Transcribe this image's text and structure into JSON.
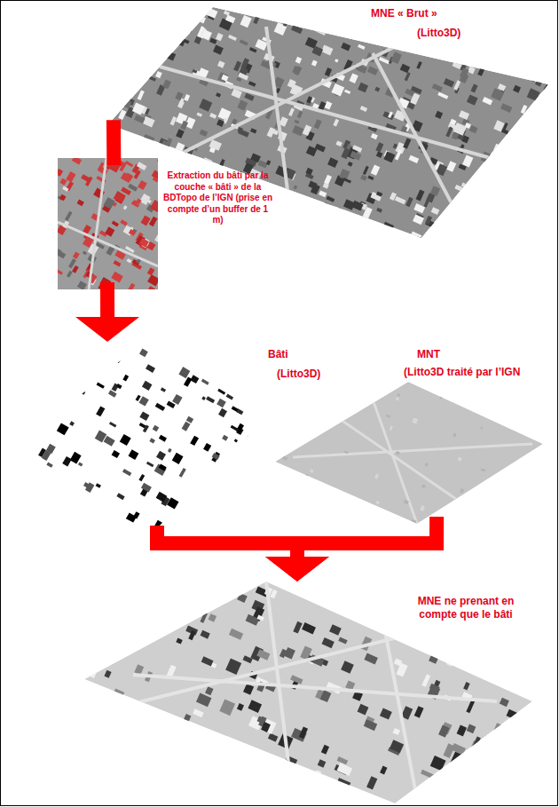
{
  "diagram": {
    "nodes": [
      {
        "text": [
          "MNE « Brut »",
          "(Litto3D)"
        ]
      },
      {
        "text": [
          "Extraction du bâti par la couche « bâti » de la BDTopo de l’IGN (prise en compte d’un buffer de 1 m)"
        ]
      },
      {
        "text": [
          "Bâti",
          "(Litto3D)"
        ]
      },
      {
        "text": [
          "MNT",
          "(Litto3D traité par l’IGN"
        ]
      },
      {
        "text": [
          "MNE ne prenant en compte que le bâti"
        ]
      }
    ],
    "edges": [
      {
        "from": 0,
        "to": 1,
        "arrow": "none"
      },
      {
        "from": 1,
        "to": 2,
        "arrow": "to"
      },
      {
        "from": 2,
        "to": 4,
        "arrow": "to"
      },
      {
        "from": 3,
        "to": 4,
        "arrow": "to"
      }
    ]
  }
}
